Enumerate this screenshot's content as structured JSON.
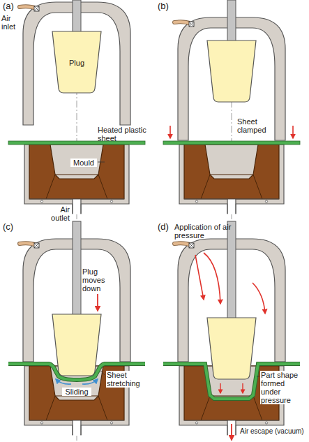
{
  "diagram": {
    "labels": [
      "(a)",
      "Air inlet",
      "Plug",
      "Heated plastic sheet",
      "Mould",
      "Air outlet",
      "(b)",
      "Sheet clamped",
      "(c)",
      "Plug moves down",
      "Sheet stretching",
      "Sliding",
      "(d)",
      "Application of air pressure",
      "Part shape formed under pressure",
      "Air escape (vacuum)"
    ]
  }
}
